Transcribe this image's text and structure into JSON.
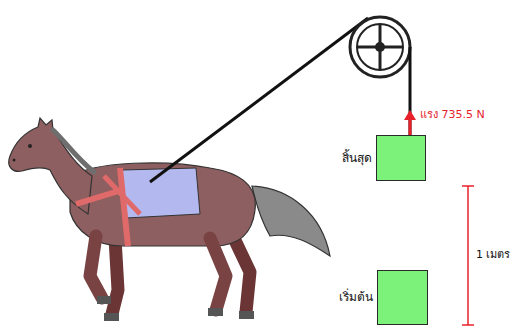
{
  "diagram": {
    "nodes": [
      {
        "text": [
          "สิ้นสุด"
        ]
      },
      {
        "text": [
          "เริ่มต้น"
        ]
      }
    ],
    "labels": [
      "แรง 735.5 N",
      "1 เมตร"
    ]
  }
}
